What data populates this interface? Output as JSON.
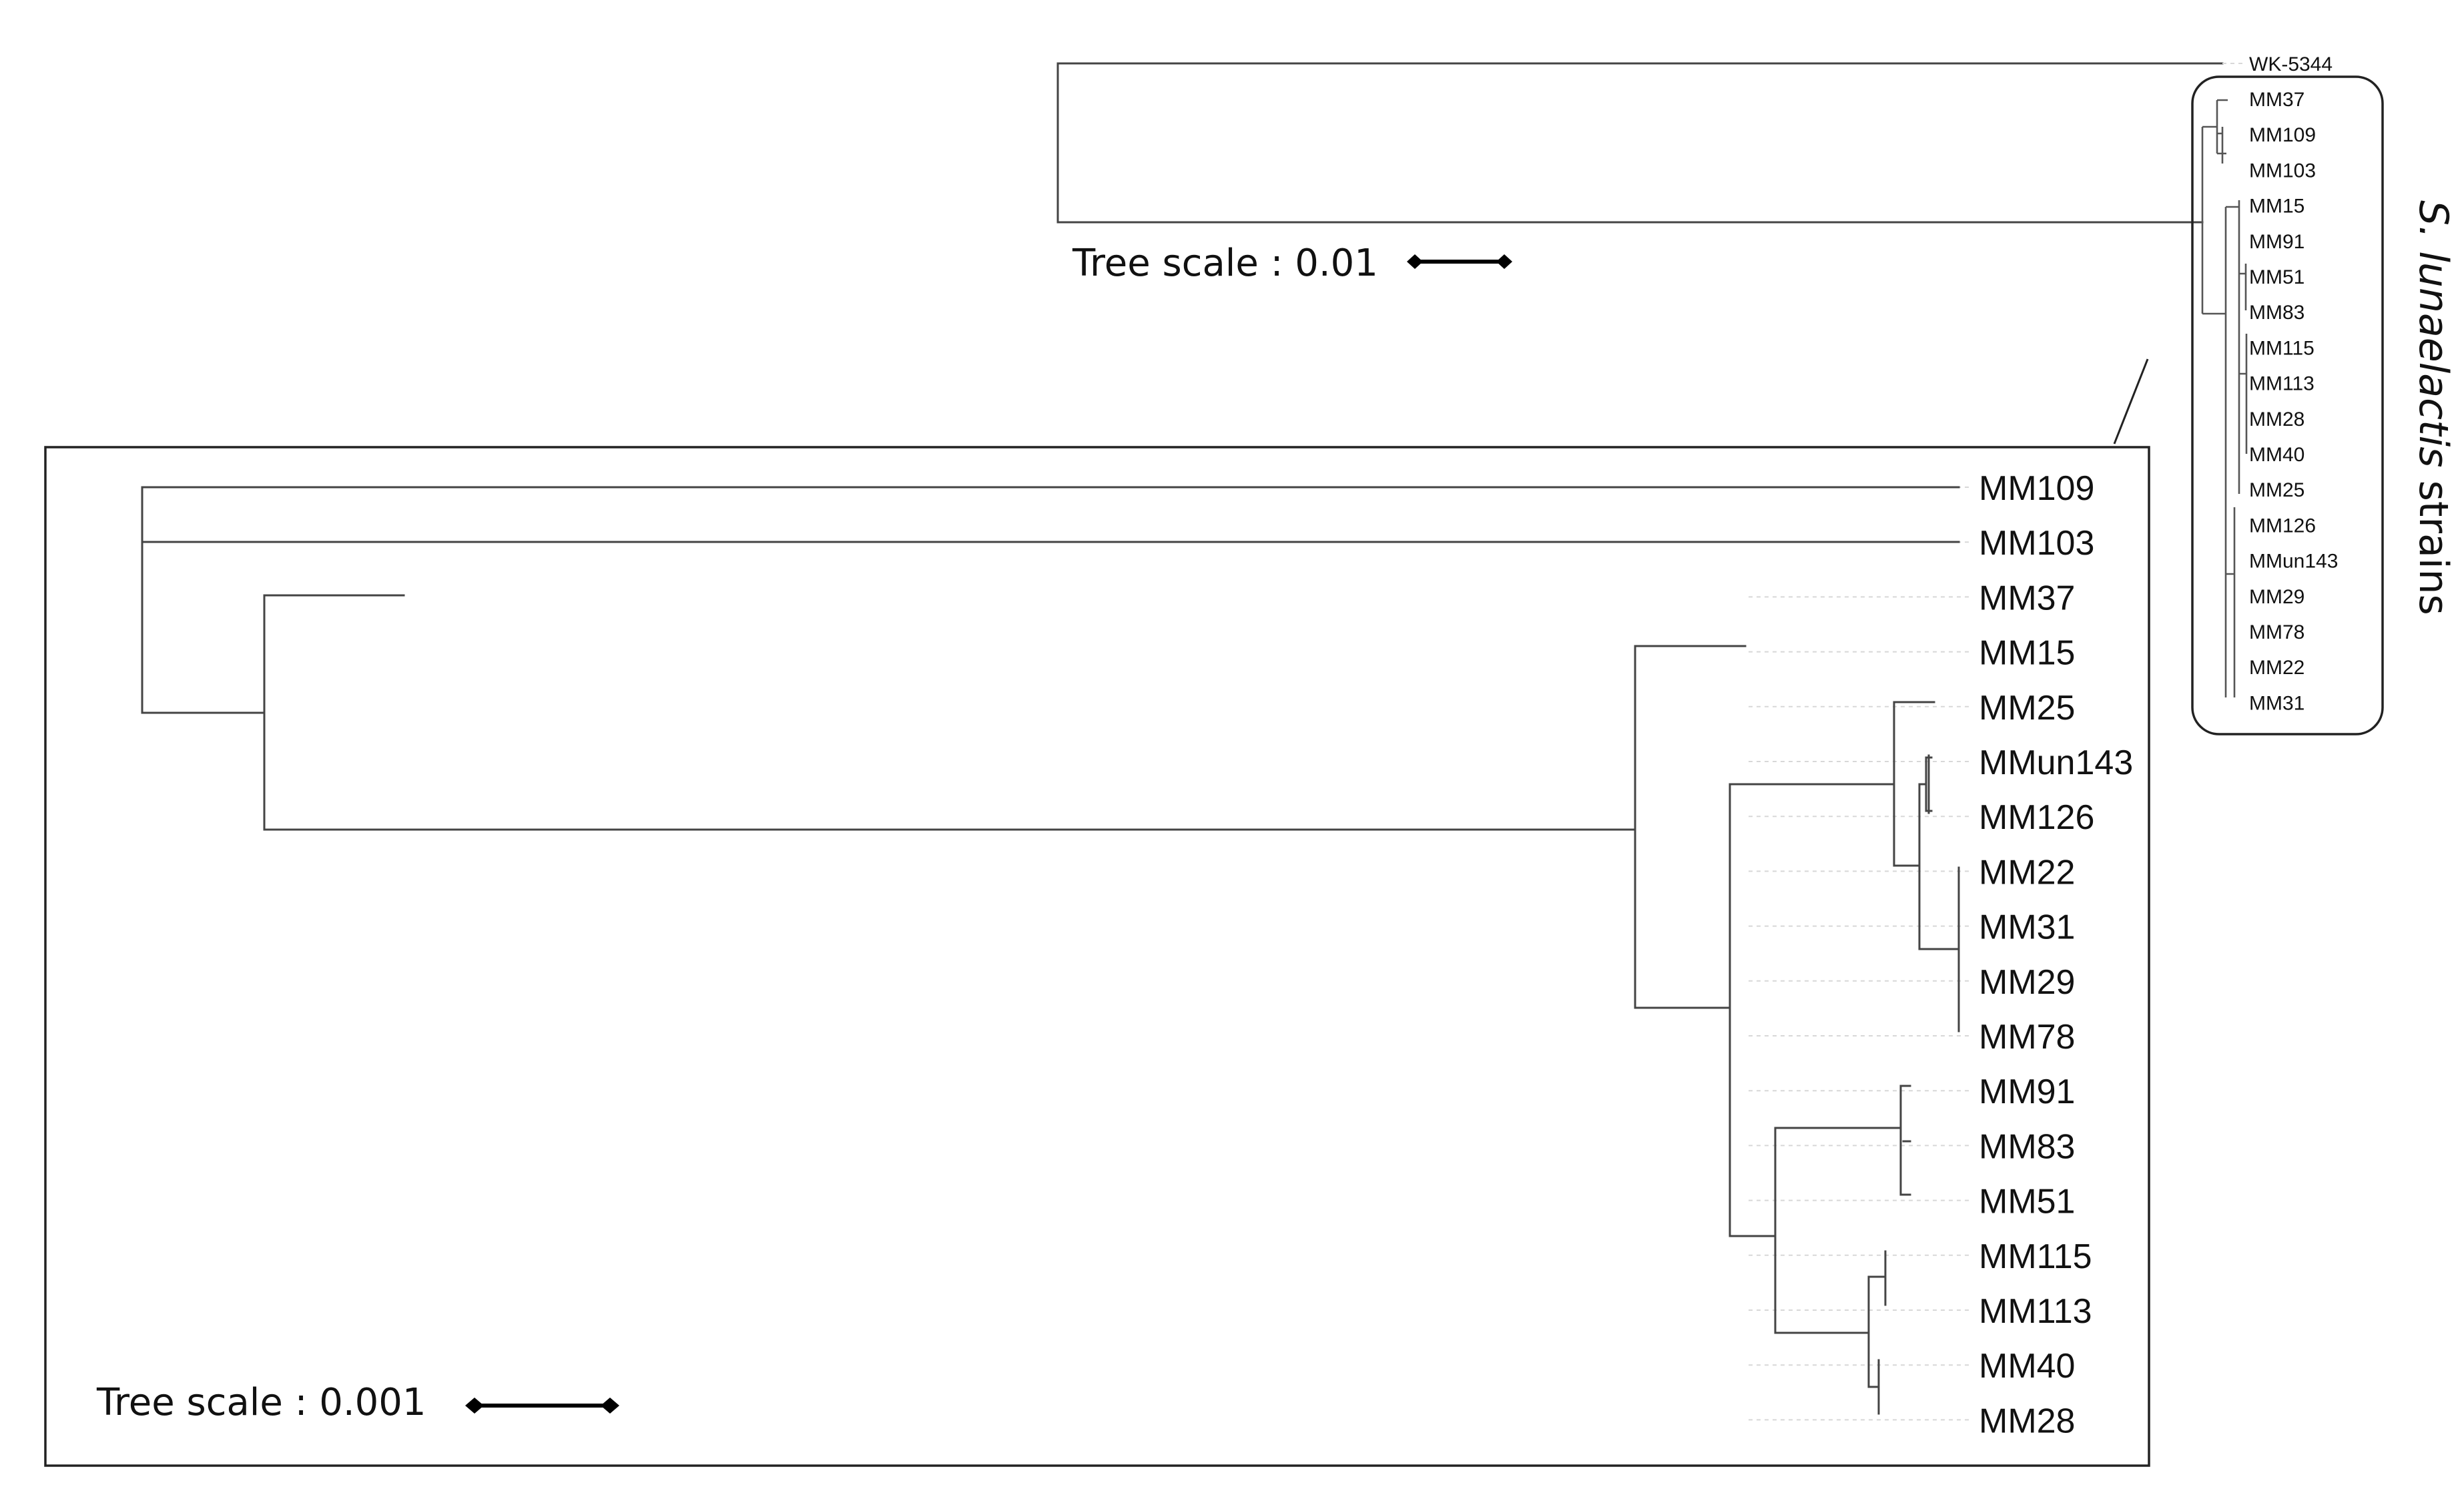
{
  "overview_tree": {
    "outgroup_label": "WK-5344",
    "leaves": [
      "MM37",
      "MM109",
      "MM103",
      "MM15",
      "MM91",
      "MM51",
      "MM83",
      "MM115",
      "MM113",
      "MM28",
      "MM40",
      "MM25",
      "MM126",
      "MMun143",
      "MM29",
      "MM78",
      "MM22",
      "MM31"
    ],
    "scale_label": "Tree scale : 0.01",
    "group_label_italic": "S. lunaelactis",
    "group_label_rest": " strains"
  },
  "detail_tree": {
    "leaves": [
      "MM109",
      "MM103",
      "MM37",
      "MM15",
      "MM25",
      "MMun143",
      "MM126",
      "MM22",
      "MM31",
      "MM29",
      "MM78",
      "MM91",
      "MM83",
      "MM51",
      "MM115",
      "MM113",
      "MM40",
      "MM28"
    ],
    "scale_label": "Tree scale : 0.001"
  }
}
